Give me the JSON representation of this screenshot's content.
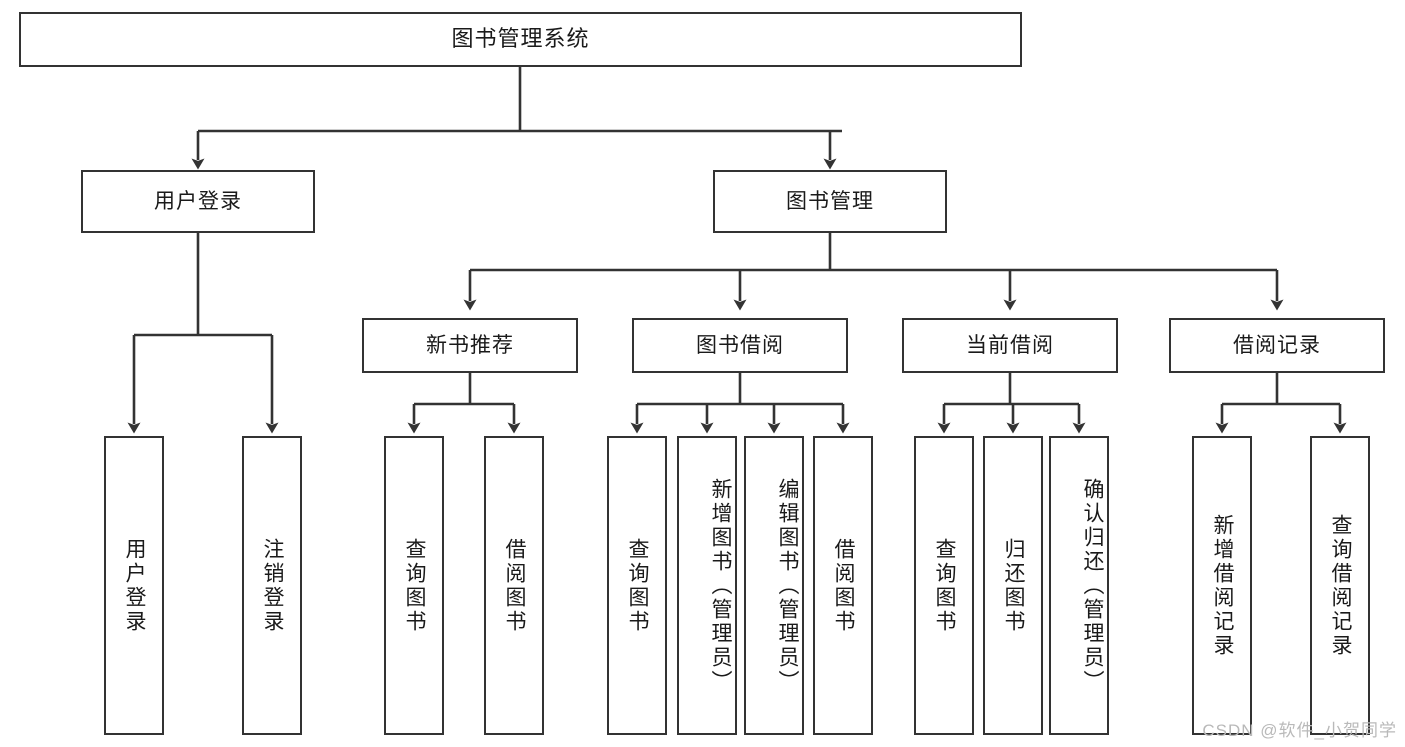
{
  "diagram": {
    "title": "图书管理系统",
    "type": "hierarchy-tree",
    "colors": {
      "box_border": "#333333",
      "box_fill": "#ffffff",
      "connector": "#333333",
      "text": "#1a1a1a",
      "watermark": "#b9b9b9"
    },
    "root": {
      "label": "图书管理系统"
    },
    "level2": [
      {
        "id": "user-login",
        "label": "用户登录"
      },
      {
        "id": "book-manage",
        "label": "图书管理"
      }
    ],
    "level3": [
      {
        "id": "new-book-recommend",
        "label": "新书推荐",
        "parent": "book-manage"
      },
      {
        "id": "book-borrow",
        "label": "图书借阅",
        "parent": "book-manage"
      },
      {
        "id": "current-borrow",
        "label": "当前借阅",
        "parent": "book-manage"
      },
      {
        "id": "borrow-record",
        "label": "借阅记录",
        "parent": "book-manage"
      }
    ],
    "leaves": [
      {
        "id": "leaf-user-login",
        "label": "用户登录",
        "parent": "user-login"
      },
      {
        "id": "leaf-logout",
        "label": "注销登录",
        "parent": "user-login"
      },
      {
        "id": "leaf-query-book-1",
        "label": "查询图书",
        "parent": "new-book-recommend"
      },
      {
        "id": "leaf-borrow-book-1",
        "label": "借阅图书",
        "parent": "new-book-recommend"
      },
      {
        "id": "leaf-query-book-2",
        "label": "查询图书",
        "parent": "book-borrow"
      },
      {
        "id": "leaf-add-book",
        "label": "新增图书（管理员）",
        "parent": "book-borrow"
      },
      {
        "id": "leaf-edit-book",
        "label": "编辑图书（管理员）",
        "parent": "book-borrow"
      },
      {
        "id": "leaf-borrow-book-2",
        "label": "借阅图书",
        "parent": "book-borrow"
      },
      {
        "id": "leaf-query-book-3",
        "label": "查询图书",
        "parent": "current-borrow"
      },
      {
        "id": "leaf-return-book",
        "label": "归还图书",
        "parent": "current-borrow"
      },
      {
        "id": "leaf-confirm-return",
        "label": "确认归还（管理员）",
        "parent": "current-borrow"
      },
      {
        "id": "leaf-add-record",
        "label": "新增借阅记录",
        "parent": "borrow-record"
      },
      {
        "id": "leaf-query-record",
        "label": "查询借阅记录",
        "parent": "borrow-record"
      }
    ],
    "watermark": "CSDN @软件_小贺同学"
  }
}
